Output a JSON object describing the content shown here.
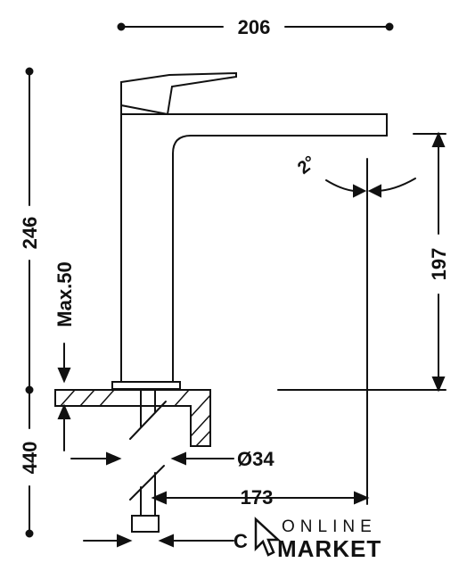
{
  "dimensions": {
    "top_width": "206",
    "left_height_upper": "246",
    "max_deck": "Max.50",
    "left_height_lower": "440",
    "spout_height": "197",
    "swivel_angle": "2°",
    "hole_diameter": "Ø34",
    "spout_reach": "173",
    "bottom_partial": "C"
  },
  "logo": {
    "line1": "ONLINE",
    "line2": "MARKET"
  },
  "colors": {
    "line": "#111111",
    "background": "#ffffff"
  }
}
